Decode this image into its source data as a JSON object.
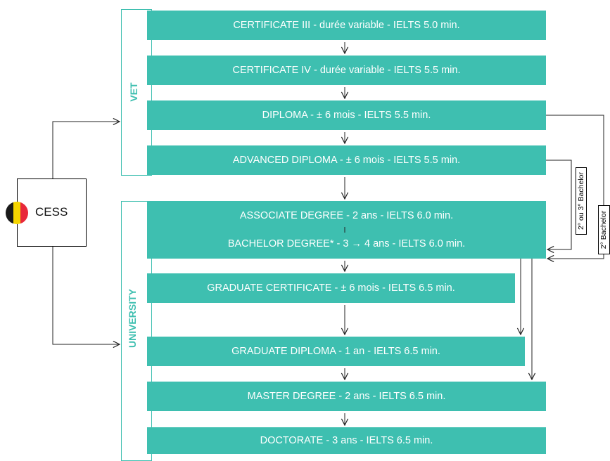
{
  "sections": {
    "vet": "VET",
    "university": "UNIVERSITY"
  },
  "origin": {
    "label": "CESS",
    "flag_icon": "belgium-flag-icon"
  },
  "flag_colors": [
    "#1a1a1a",
    "#f5d500",
    "#e8283a"
  ],
  "accent_color": "#3ebfb0",
  "boxes": {
    "cert3": "CERTIFICATE III - durée variable - IELTS 5.0 min.",
    "cert4": "CERTIFICATE IV - durée variable - IELTS 5.5 min.",
    "diploma": "DIPLOMA - ± 6 mois - IELTS 5.5 min.",
    "adv_diploma": "ADVANCED DIPLOMA - ± 6 mois - IELTS 5.5 min.",
    "associate": "ASSOCIATE DEGREE - 2 ans - IELTS 6.0 min.",
    "bachelor": "BACHELOR DEGREE* - 3 → 4 ans - IELTS 6.0 min.",
    "grad_cert": "GRADUATE CERTIFICATE - ± 6 mois - IELTS 6.5 min.",
    "grad_diploma": "GRADUATE DIPLOMA - 1 an - IELTS 6.5 min.",
    "master": "MASTER DEGREE - 2 ans - IELTS 6.5 min.",
    "doctorate": "DOCTORATE - 3 ans - IELTS 6.5 min."
  },
  "notes": {
    "second_third_bachelor": "2° ou 3° Bachelor",
    "second_bachelor": "2° Bachelor"
  }
}
